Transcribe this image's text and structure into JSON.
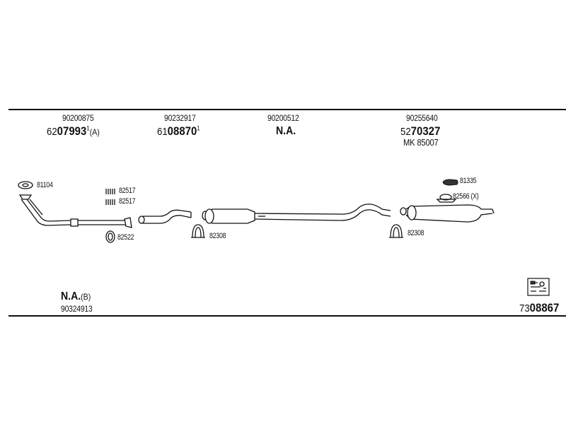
{
  "groups": [
    {
      "oe": "90200875",
      "prefix": "62",
      "main": "07993",
      "sup": "1",
      "suffix": "(A)"
    },
    {
      "oe": "90232917",
      "prefix": "61",
      "main": "08870",
      "sup": "1",
      "suffix": ""
    },
    {
      "oe": "90200512",
      "prefix": "",
      "main": "N.A.",
      "sup": "",
      "suffix": ""
    },
    {
      "oe": "90255640",
      "prefix": "52",
      "main": "70327",
      "sup": "",
      "suffix": "",
      "extra": "MK  85007"
    }
  ],
  "parts": {
    "gasket_front": "81104",
    "bolt_top": "82517",
    "bolt_bottom": "82517",
    "ring_front": "82522",
    "clamp_mid": "82308",
    "rubber_mount": "81335",
    "hanger": "82566 (X)",
    "clamp_rear": "82308"
  },
  "bottom_left": {
    "main": "N.A.",
    "suffix": "(B)",
    "oe": "90324913"
  },
  "kit": {
    "prefix": "73",
    "main": "08867"
  },
  "icon": "kit-info-icon"
}
